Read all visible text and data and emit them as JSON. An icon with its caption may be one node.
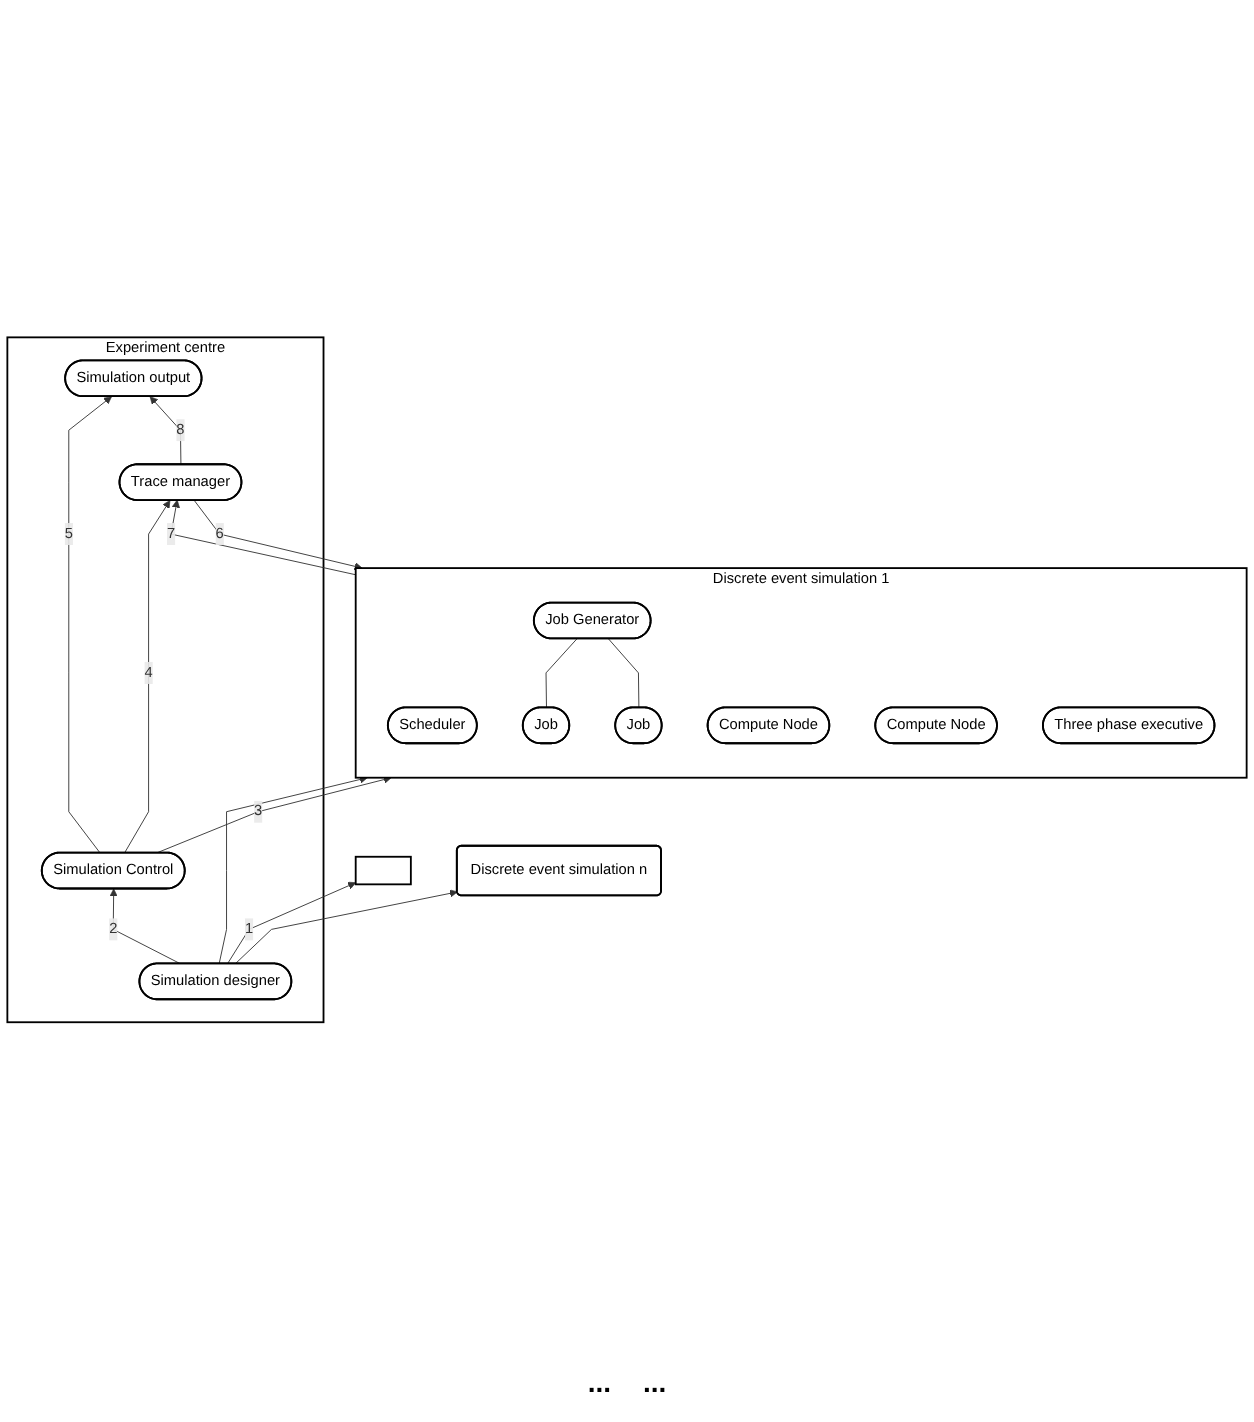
{
  "diagram": {
    "nodes": [
      {
        "text": [
          "Discrete event simulation n"
        ]
      },
      {
        "text": [],
        "shape": "box"
      },
      {
        "text": [
          "Discrete event simulation 1"
        ]
      },
      {
        "text": [
          "Scheduler"
        ],
        "in": 2
      },
      {
        "text": [
          "Job Generator"
        ],
        "in": 2
      },
      {
        "text": [
          "Compute Node"
        ],
        "in": 2
      },
      {
        "text": [
          "Compute Node"
        ],
        "in": 2
      },
      {
        "text": [
          "Job"
        ],
        "in": 2
      },
      {
        "text": [
          "Job"
        ],
        "in": 2
      },
      {
        "text": [
          "Three phase executive"
        ],
        "in": 2
      },
      {
        "text": [
          "Experiment centre"
        ]
      },
      {
        "text": [
          "Trace manager"
        ],
        "in": 10
      },
      {
        "text": [
          "Simulation Control"
        ],
        "in": 10
      },
      {
        "text": [
          "Simulation designer"
        ],
        "in": 10
      },
      {
        "text": [
          "Simulation output"
        ],
        "in": 10
      }
    ],
    "edges": [
      {
        "from": 4,
        "to": 7,
        "arrow": "none"
      },
      {
        "from": 4,
        "to": 8,
        "arrow": "none"
      },
      {
        "from": 13,
        "to": 2,
        "arrow": "to"
      },
      {
        "from": 13,
        "to": 1,
        "arrow": "to",
        "label": "1"
      },
      {
        "from": 13,
        "to": 0,
        "arrow": "to"
      },
      {
        "from": 13,
        "to": 12,
        "arrow": "to",
        "label": "2"
      },
      {
        "from": 12,
        "to": 2,
        "arrow": "to",
        "label": "3"
      },
      {
        "from": 12,
        "to": 11,
        "arrow": "to",
        "label": "4"
      },
      {
        "from": 12,
        "to": 14,
        "arrow": "to",
        "label": "5"
      },
      {
        "from": 11,
        "to": 2,
        "arrow": "to",
        "label": "6"
      },
      {
        "from": 2,
        "to": 11,
        "arrow": "to",
        "label": "7"
      },
      {
        "from": 11,
        "to": 14,
        "arrow": "to",
        "label": "8"
      }
    ],
    "labels": [
      "...",
      "..."
    ]
  }
}
